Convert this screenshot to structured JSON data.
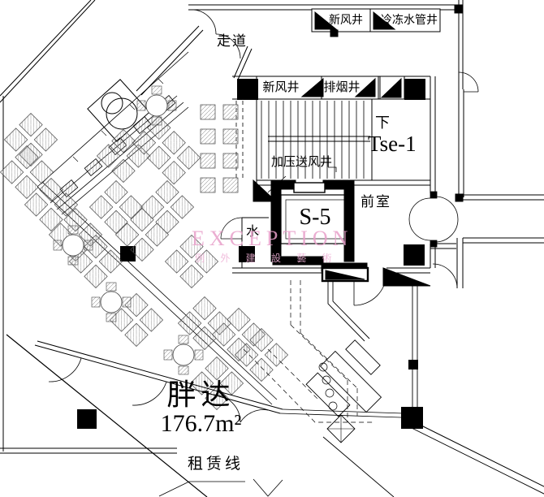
{
  "labels": {
    "corridor": "走道",
    "shaft_fresh_air_top": "新风井",
    "shaft_chilled_water": "冷冻水管井",
    "shaft_fresh_air": "新风井",
    "shaft_smoke_exhaust": "排烟井",
    "down": "下",
    "stair_id": "Tse-1",
    "shaft_pressurized_air": "加压送风井",
    "elevator_id": "S-5",
    "vestibule": "前室",
    "water": "水",
    "tenant_name": "胖达",
    "tenant_area": "176.7m²",
    "lease_line": "租赁线"
  },
  "watermark": {
    "text": "EXCEPTION",
    "subtext": "例 外 建 設 藝 術",
    "color": "#e79fc9"
  },
  "colors": {
    "line": "#000000",
    "background": "#ffffff"
  }
}
